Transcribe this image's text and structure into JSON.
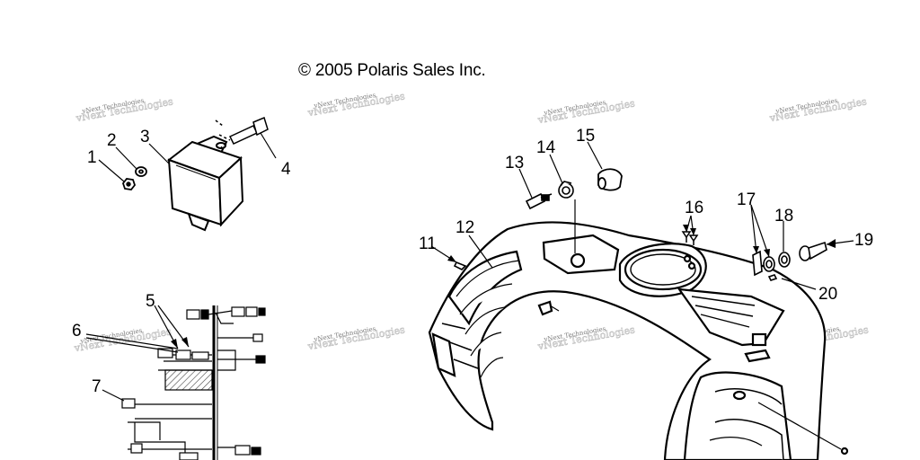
{
  "header": {
    "copyright": "© 2005 Polaris Sales Inc."
  },
  "watermark": {
    "line1": "vNext Technologies",
    "line2": "vNext Technologies"
  },
  "callouts": [
    "1",
    "2",
    "3",
    "4",
    "5",
    "6",
    "7",
    "11",
    "12",
    "13",
    "14",
    "15",
    "16",
    "17",
    "18",
    "19",
    "20"
  ],
  "colors": {
    "ink": "#000000",
    "hatch": "#444444",
    "watermark": "#7a7a7a"
  }
}
